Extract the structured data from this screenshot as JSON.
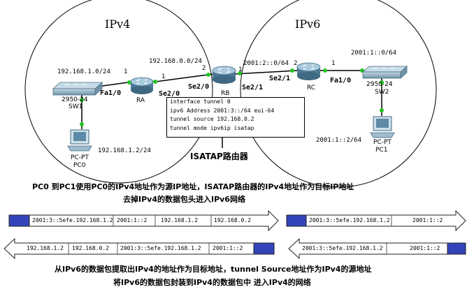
{
  "regions": {
    "ipv4": "IPv4",
    "ipv6": "IPv6"
  },
  "networks": {
    "lan_ipv4": "192.168.1.0/24",
    "wan_ipv4": "192.168.0.0/24",
    "wan_ipv6": "2001:2::0/64",
    "lan_ipv6": "2001:1::0/64"
  },
  "hosts": {
    "pc0_ip": "192.168.1.2/24",
    "pc1_ip": "2001:1::2/64"
  },
  "devices": {
    "sw1_model": "2950-24",
    "sw1_name": "SW1",
    "sw2_model": "2950-24",
    "sw2_name": "SW2",
    "pc0_model": "PC-PT",
    "pc0_name": "PC0",
    "pc1_model": "PC-PT",
    "pc1_name": "PC1",
    "ra": "RA",
    "rb": "RB",
    "rc": "RC"
  },
  "interfaces": {
    "sw1_fa": "Fa1/0",
    "ra_se": "Se2/0",
    "rb_se20": "Se2/0",
    "rb_se21": "Se2/1",
    "rc_se21": "Se2/1",
    "rc_fa": "Fa1/0"
  },
  "port_numbers": {
    "ra_left": "1",
    "ra_right": "1",
    "rb_left": "2",
    "rb_right": "1",
    "rc_left": "2",
    "rc_right": "1"
  },
  "config_lines": [
    "interface tunnel 0",
    "ipv6 Address 2001:3::/64 eui-64",
    "tunnel source 192.168.0.2",
    "tunnel mode ipv6ip isatap"
  ],
  "isatap_label": "ISATAP路由器",
  "caption1": [
    "PC0 到PC1使用PC0的IPv4地址作为源IP地址，ISATAP路由器的IPv4地址作为目标IP地址",
    "去掉IPv4的数据包头进入IPv6网络"
  ],
  "packets": {
    "row1_left": [
      "2001:3::5efe.192.168.1.2",
      "2001:1::2",
      "192.168.1.2",
      "192.168.0.2"
    ],
    "row1_right": [
      "2001:3::5efe.192.168.1.2",
      "2001:1::2"
    ],
    "row2_left": [
      "192.168.1.2",
      "192.168.0.2",
      "2001:3::5efe.192.168.1.2",
      "2001:1::2"
    ],
    "row2_right": [
      "2001:3::5efe.192.168.1.2",
      "2001:1::2"
    ]
  },
  "caption2": [
    "从IPv6的数据包提取出IPv4的地址作为目标地址，tunnel Source地址作为IPv4的源地址",
    "将IPv6的数据包封装到IPv4的数据包中 进入IPv4的网络"
  ],
  "colors": {
    "link_dot": "#22c422",
    "header_block": "#3344bb",
    "router": "#5b8fb0",
    "switch": "#7fa7bd"
  }
}
